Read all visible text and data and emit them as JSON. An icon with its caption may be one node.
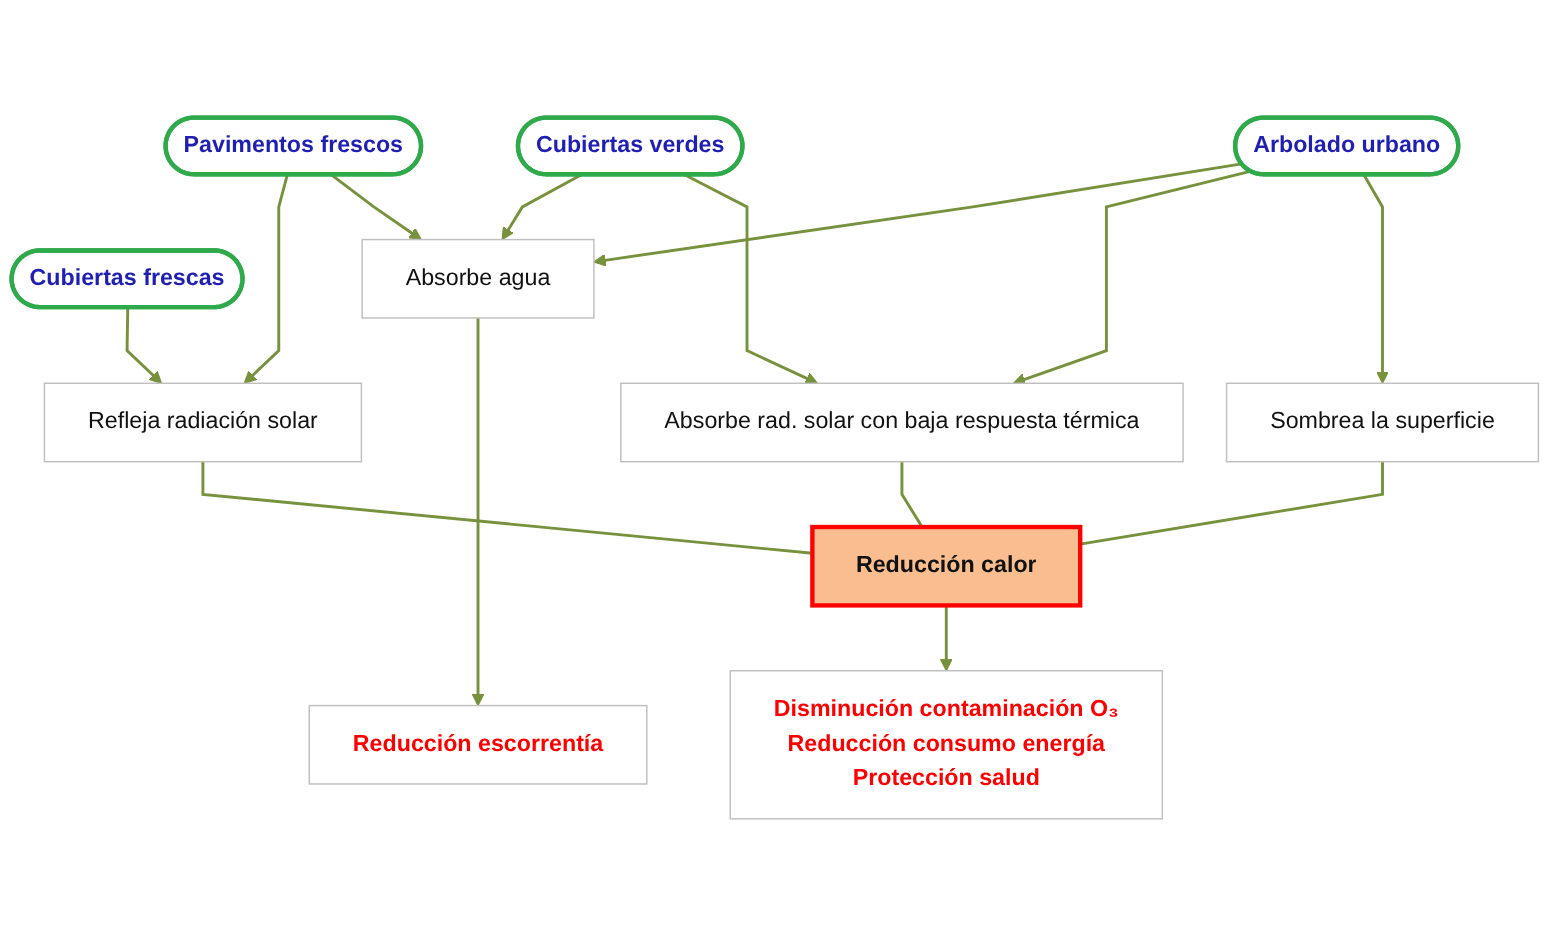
{
  "diagram": {
    "nodes": [
      {
        "text": [
          "Cubiertas frescas"
        ]
      },
      {
        "text": [
          "Pavimentos frescos"
        ]
      },
      {
        "text": [
          "Cubiertas verdes"
        ]
      },
      {
        "text": [
          "Arbolado urbano"
        ]
      },
      {
        "text": [
          "Refleja radiación solar"
        ]
      },
      {
        "text": [
          "Absorbe agua"
        ]
      },
      {
        "text": [
          "Absorbe rad. solar con baja respuesta térmica"
        ]
      },
      {
        "text": [
          "Sombrea la superficie"
        ]
      },
      {
        "text": [
          "Reducción calor"
        ]
      },
      {
        "text": [
          "Reducción escorrentía"
        ]
      },
      {
        "text": [
          "Disminución contaminación O₃",
          "Reducción consumo energía",
          "Protección salud"
        ]
      }
    ],
    "edges": [
      {
        "from": 0,
        "to": 4,
        "arrow": "to"
      },
      {
        "from": 1,
        "to": 4,
        "arrow": "to"
      },
      {
        "from": 1,
        "to": 5,
        "arrow": "to"
      },
      {
        "from": 2,
        "to": 5,
        "arrow": "to"
      },
      {
        "from": 2,
        "to": 6,
        "arrow": "to"
      },
      {
        "from": 3,
        "to": 5,
        "arrow": "to"
      },
      {
        "from": 3,
        "to": 6,
        "arrow": "to"
      },
      {
        "from": 3,
        "to": 7,
        "arrow": "to"
      },
      {
        "from": 4,
        "to": 8,
        "arrow": "none"
      },
      {
        "from": 6,
        "to": 8,
        "arrow": "none"
      },
      {
        "from": 7,
        "to": 8,
        "arrow": "none"
      },
      {
        "from": 5,
        "to": 9,
        "arrow": "to"
      },
      {
        "from": 8,
        "to": 10,
        "arrow": "to"
      }
    ]
  }
}
